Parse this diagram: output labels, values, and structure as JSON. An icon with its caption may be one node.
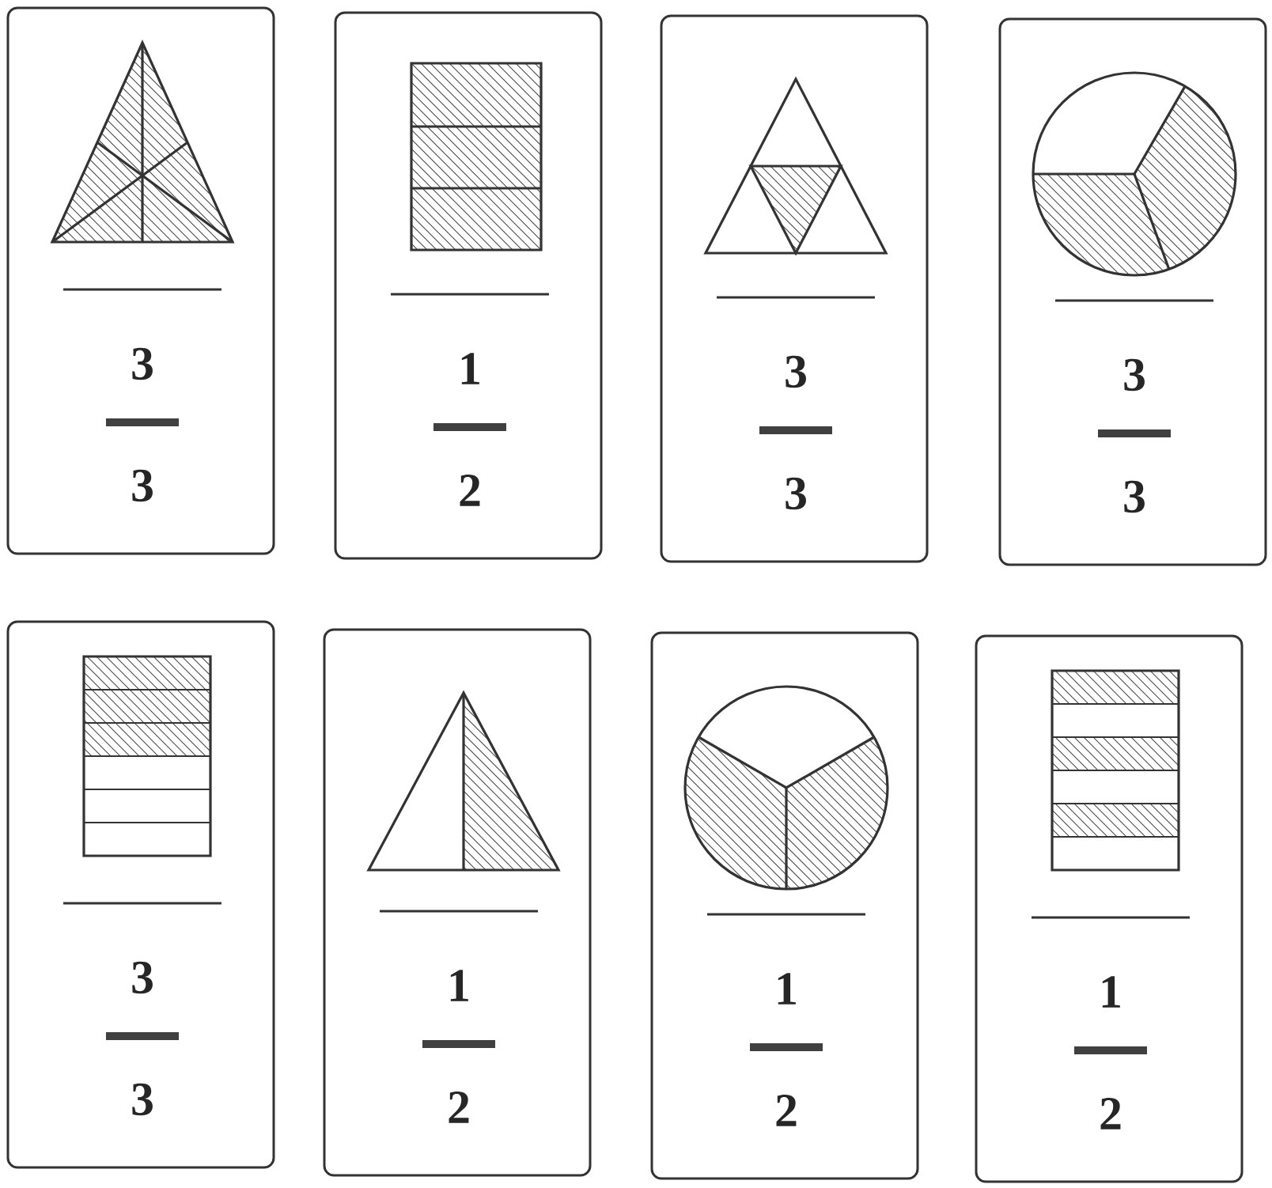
{
  "diagram": {
    "nodes": [
      {
        "text": [
          "3",
          "3"
        ]
      },
      {
        "text": [
          "1",
          "2"
        ]
      },
      {
        "text": [
          "3",
          "3"
        ]
      },
      {
        "text": [
          "3",
          "3"
        ]
      },
      {
        "text": [
          "3",
          "3"
        ]
      },
      {
        "text": [
          "1",
          "2"
        ]
      },
      {
        "text": [
          "1",
          "2"
        ]
      },
      {
        "text": [
          "1",
          "2"
        ]
      }
    ]
  }
}
